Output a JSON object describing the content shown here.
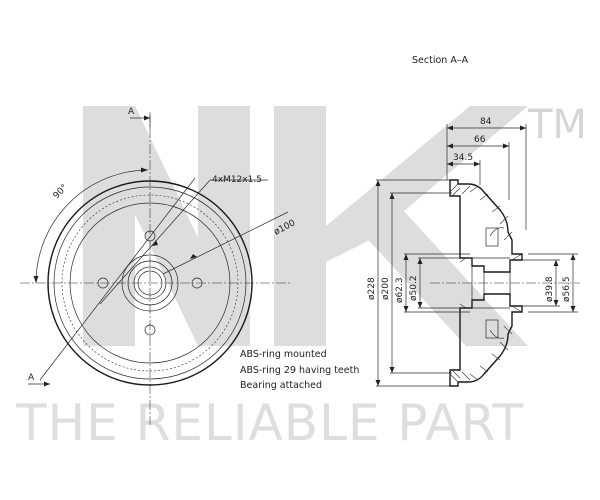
{
  "watermark": {
    "logo_letters": "NK",
    "trademark": "TM",
    "slogan": "THE RELIABLE PART",
    "color": "#dddddd"
  },
  "front_view": {
    "section_marker": "A",
    "angle_label": "90°",
    "bolt_label": "4xM12x1.5",
    "pitch_label": "ø100"
  },
  "section_view": {
    "title": "Section A–A",
    "dimensions": {
      "d84": "84",
      "d66": "66",
      "d34_5": "34.5",
      "dia228": "ø228",
      "dia200": "ø200",
      "dia62_3": "ø62.3",
      "dia50_2": "ø50.2",
      "dia39_8": "ø39.8",
      "dia56_5": "ø56.5"
    }
  },
  "notes": [
    "ABS-ring mounted",
    "ABS-ring 29 having teeth",
    "Bearing attached"
  ],
  "colors": {
    "line": "#1e1e1e",
    "background": "#ffffff"
  }
}
